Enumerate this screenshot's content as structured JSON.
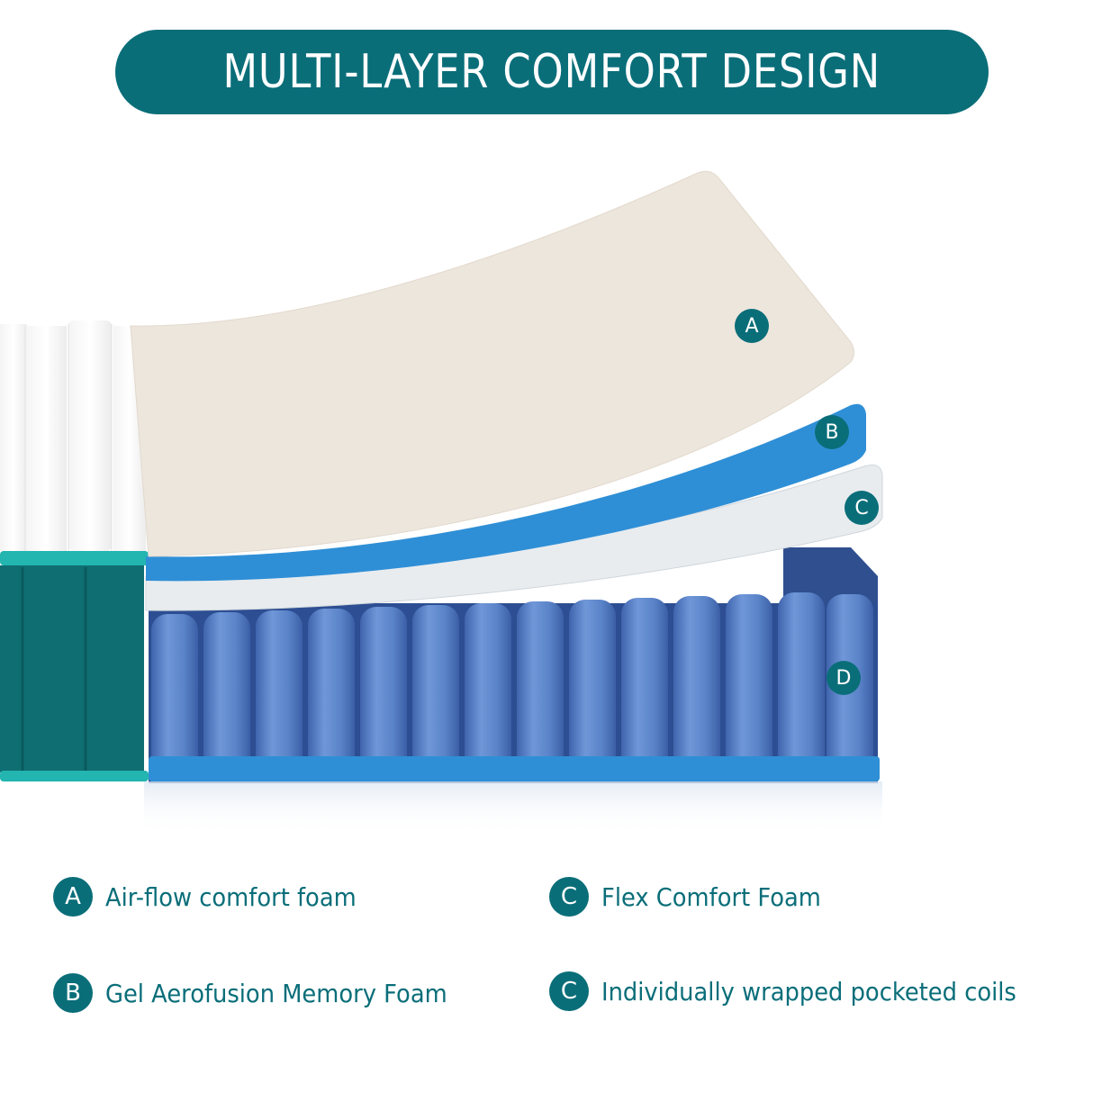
{
  "header": {
    "title": "MULTI-LAYER COMFORT DESIGN"
  },
  "colors": {
    "accent": "#0a6e79",
    "layer_a": "#ede6dd",
    "layer_b": "#2f8fd6",
    "layer_c": "#e8ecef",
    "coils": "#5b84c9",
    "side_panel": "#0f6e72"
  },
  "layer_badges": [
    {
      "letter": "A"
    },
    {
      "letter": "B"
    },
    {
      "letter": "C"
    },
    {
      "letter": "D"
    }
  ],
  "legend": [
    {
      "letter": "A",
      "label": "Air-flow comfort foam"
    },
    {
      "letter": "B",
      "label": "Gel Aerofusion Memory Foam"
    },
    {
      "letter": "C",
      "label": "Flex Comfort Foam"
    },
    {
      "letter": "C",
      "label": "Individually wrapped pocketed coils"
    }
  ]
}
